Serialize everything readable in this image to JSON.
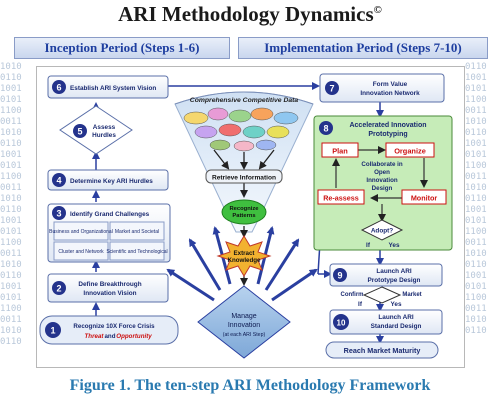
{
  "title": "ARI Methodology Dynamics",
  "title_mark": "©",
  "periods": {
    "inception": "Inception Period (Steps 1-6)",
    "implementation": "Implementation Period (Steps 7-10)"
  },
  "steps": {
    "s1": {
      "num": "1",
      "line1": "Recognize 10X Force Crisis",
      "threat": "Threat",
      "and": "and",
      "opportunity": "Opportunity"
    },
    "s2": {
      "num": "2",
      "line1": "Define Breakthrough",
      "line2": "Innovation Vision"
    },
    "s3": {
      "num": "3",
      "label": "Identify Grand Challenges",
      "cells": [
        "Business and Organizational",
        "Market and Societal",
        "Cluster and Network",
        "Scientific and Technological"
      ]
    },
    "s4": {
      "num": "4",
      "label": "Determine Key ARI Hurdles"
    },
    "s5": {
      "num": "5",
      "line1": "Assess",
      "line2": "Hurdles"
    },
    "s6": {
      "num": "6",
      "label": "Establish ARI System Vision"
    },
    "s7": {
      "num": "7",
      "line1": "Form Value",
      "line2": "Innovation Network"
    },
    "s8": {
      "num": "8",
      "line1": "Accelerated Innovation",
      "line2": "Prototyping",
      "plan": "Plan",
      "organize": "Organize",
      "reassess": "Re-assess",
      "monitor": "Monitor",
      "center": [
        "Collaborate in",
        "Open",
        "Innovation",
        "Design"
      ],
      "adopt": "Adopt?",
      "if": "If",
      "yes": "Yes"
    },
    "s9": {
      "num": "9",
      "line1": "Launch ARI",
      "line2": "Prototype Design",
      "confirm": "Confirm",
      "market": "Market",
      "if": "If",
      "yes": "Yes"
    },
    "s10": {
      "num": "10",
      "line1": "Launch ARI",
      "line2": "Standard Design"
    }
  },
  "funnel": {
    "arc_label": "Comprehensive Competitive Data",
    "retrieve": "Retrieve Information",
    "recognize": [
      "Recognize",
      "Patterns"
    ],
    "extract": [
      "Extract",
      "Knowledge"
    ]
  },
  "manage": [
    "Manage",
    "Innovation",
    "(at each ARI Step)"
  ],
  "market_maturity": "Reach Market Maturity",
  "caption": "Figure 1. The ten-step ARI Methodology Framework",
  "colors": {
    "accent_blue": "#2a3fa0",
    "green_box": "#c6ecb8",
    "red": "#cc1010",
    "caption": "#2a7ab0"
  }
}
